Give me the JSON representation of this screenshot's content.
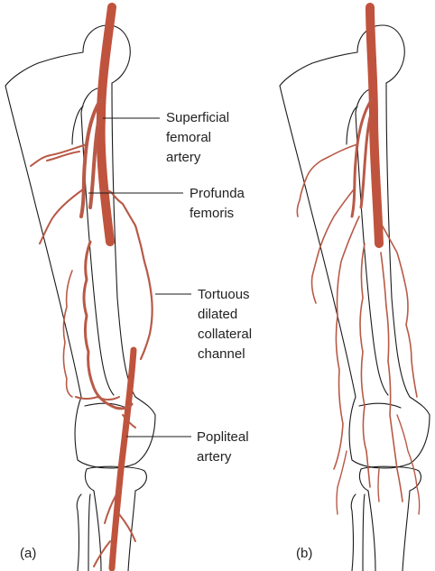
{
  "labels": {
    "superficial_femoral": [
      "Superficial",
      "femoral",
      "artery"
    ],
    "profunda_femoris": [
      "Profunda",
      "femoris"
    ],
    "collateral": [
      "Tortuous",
      "dilated",
      "collateral",
      "channel"
    ],
    "popliteal": [
      "Popliteal",
      "artery"
    ]
  },
  "panels": {
    "a": "(a)",
    "b": "(b)"
  },
  "colors": {
    "artery": "#c0533d",
    "collateral": "#b85a47",
    "bone_outline": "#1a1a1a"
  }
}
